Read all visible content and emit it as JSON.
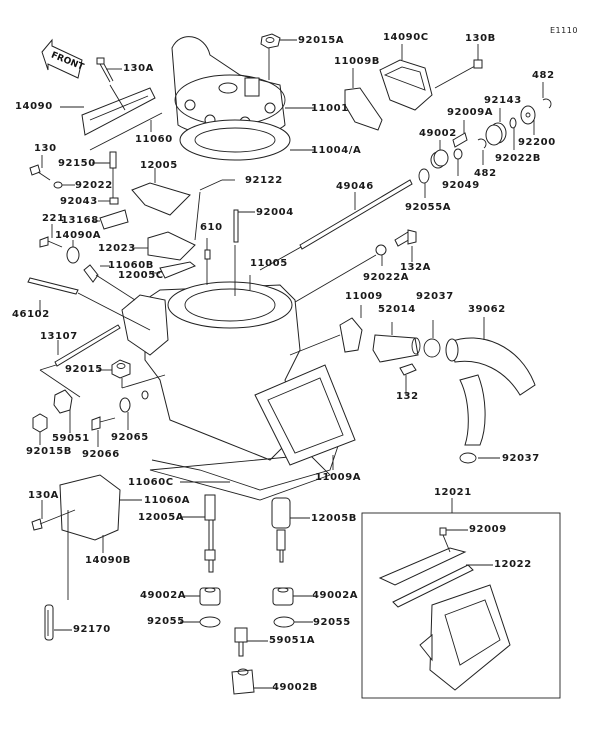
{
  "diagram": {
    "code": "E1110",
    "front_indicator": "FRONT",
    "parts": [
      {
        "id": "130A_top",
        "label": "130A"
      },
      {
        "id": "14090",
        "label": "14090"
      },
      {
        "id": "11060",
        "label": "11060"
      },
      {
        "id": "130",
        "label": "130"
      },
      {
        "id": "92150",
        "label": "92150"
      },
      {
        "id": "92022",
        "label": "92022"
      },
      {
        "id": "12005",
        "label": "12005"
      },
      {
        "id": "92043",
        "label": "92043"
      },
      {
        "id": "13168",
        "label": "13168"
      },
      {
        "id": "221",
        "label": "221"
      },
      {
        "id": "14090A",
        "label": "14090A"
      },
      {
        "id": "12023",
        "label": "12023"
      },
      {
        "id": "92122",
        "label": "92122"
      },
      {
        "id": "92004",
        "label": "92004"
      },
      {
        "id": "610",
        "label": "610"
      },
      {
        "id": "11060B",
        "label": "11060B"
      },
      {
        "id": "12005C",
        "label": "12005C"
      },
      {
        "id": "46102",
        "label": "46102"
      },
      {
        "id": "11005",
        "label": "11005"
      },
      {
        "id": "13107",
        "label": "13107"
      },
      {
        "id": "92015",
        "label": "92015"
      },
      {
        "id": "59051",
        "label": "59051"
      },
      {
        "id": "92015B",
        "label": "92015B"
      },
      {
        "id": "92066",
        "label": "92066"
      },
      {
        "id": "92065",
        "label": "92065"
      },
      {
        "id": "92015A",
        "label": "92015A"
      },
      {
        "id": "11001",
        "label": "11001"
      },
      {
        "id": "11004A",
        "label": "11004/A"
      },
      {
        "id": "11009B",
        "label": "11009B"
      },
      {
        "id": "14090C",
        "label": "14090C"
      },
      {
        "id": "130B",
        "label": "130B"
      },
      {
        "id": "482_top",
        "label": "482"
      },
      {
        "id": "92143",
        "label": "92143"
      },
      {
        "id": "92009A",
        "label": "92009A"
      },
      {
        "id": "49002",
        "label": "49002"
      },
      {
        "id": "92200",
        "label": "92200"
      },
      {
        "id": "92022B",
        "label": "92022B"
      },
      {
        "id": "482_mid",
        "label": "482"
      },
      {
        "id": "92049",
        "label": "92049"
      },
      {
        "id": "92055A",
        "label": "92055A"
      },
      {
        "id": "49046",
        "label": "49046"
      },
      {
        "id": "132A",
        "label": "132A"
      },
      {
        "id": "92022A",
        "label": "92022A"
      },
      {
        "id": "11009",
        "label": "11009"
      },
      {
        "id": "52014",
        "label": "52014"
      },
      {
        "id": "92037_top",
        "label": "92037"
      },
      {
        "id": "39062",
        "label": "39062"
      },
      {
        "id": "132",
        "label": "132"
      },
      {
        "id": "11009A",
        "label": "11009A"
      },
      {
        "id": "92037_bot",
        "label": "92037"
      },
      {
        "id": "11060C",
        "label": "11060C"
      },
      {
        "id": "130A_bot",
        "label": "130A"
      },
      {
        "id": "11060A",
        "label": "11060A"
      },
      {
        "id": "14090B",
        "label": "14090B"
      },
      {
        "id": "12005A",
        "label": "12005A"
      },
      {
        "id": "12005B",
        "label": "12005B"
      },
      {
        "id": "49002A_l",
        "label": "49002A"
      },
      {
        "id": "49002A_r",
        "label": "49002A"
      },
      {
        "id": "92055_l",
        "label": "92055"
      },
      {
        "id": "92055_r",
        "label": "92055"
      },
      {
        "id": "59051A",
        "label": "59051A"
      },
      {
        "id": "49002B",
        "label": "49002B"
      },
      {
        "id": "92170",
        "label": "92170"
      },
      {
        "id": "12021",
        "label": "12021"
      },
      {
        "id": "92009",
        "label": "92009"
      },
      {
        "id": "12022",
        "label": "12022"
      }
    ]
  }
}
